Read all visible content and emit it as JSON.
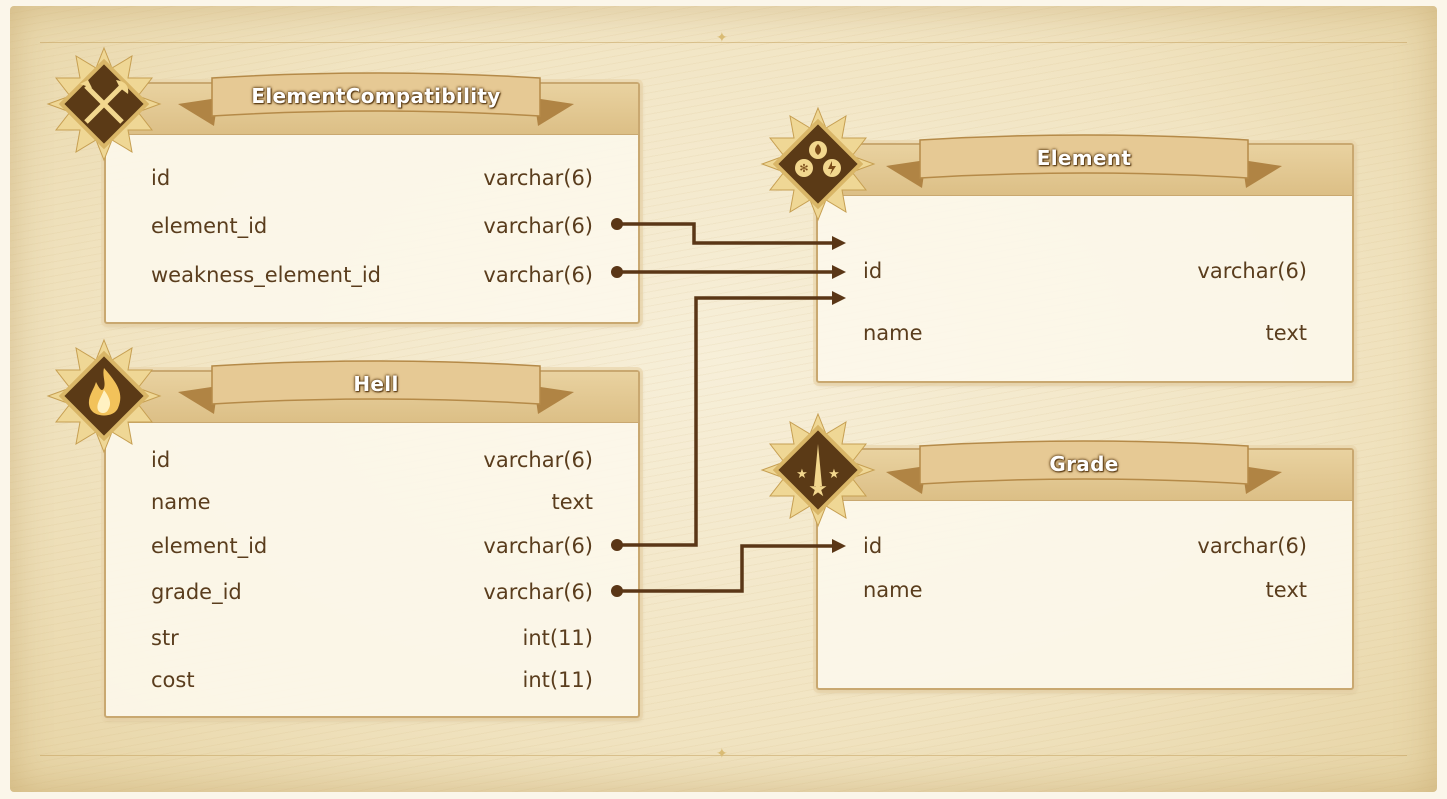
{
  "tables": [
    {
      "key": "element_compatibility",
      "title": "ElementCompatibility",
      "icon": "crossed-axe-sword-icon",
      "fields": [
        {
          "name": "id",
          "type": "varchar(6)"
        },
        {
          "name": "element_id",
          "type": "varchar(6)"
        },
        {
          "name": "weakness_element_id",
          "type": "varchar(6)"
        }
      ]
    },
    {
      "key": "hell",
      "title": "Hell",
      "icon": "flame-icon",
      "fields": [
        {
          "name": "id",
          "type": "varchar(6)"
        },
        {
          "name": "name",
          "type": "text"
        },
        {
          "name": "element_id",
          "type": "varchar(6)"
        },
        {
          "name": "grade_id",
          "type": "varchar(6)"
        },
        {
          "name": "str",
          "type": "int(11)"
        },
        {
          "name": "cost",
          "type": "int(11)"
        }
      ]
    },
    {
      "key": "element",
      "title": "Element",
      "icon": "four-elements-icon",
      "fields": [
        {
          "name": "id",
          "type": "varchar(6)"
        },
        {
          "name": "name",
          "type": "text"
        }
      ]
    },
    {
      "key": "grade",
      "title": "Grade",
      "icon": "shooting-stars-icon",
      "fields": [
        {
          "name": "id",
          "type": "varchar(6)"
        },
        {
          "name": "name",
          "type": "text"
        }
      ]
    }
  ],
  "relations": [
    {
      "from": "element_compatibility.element_id",
      "to": "element.id"
    },
    {
      "from": "element_compatibility.weakness_element_id",
      "to": "element.id"
    },
    {
      "from": "hell.element_id",
      "to": "element.id"
    },
    {
      "from": "hell.grade_id",
      "to": "grade.id"
    }
  ],
  "colors": {
    "connector": "#5a3616",
    "text": "#5a3d1d",
    "frame": "#c9a870",
    "ribbon": "#e2c38b"
  }
}
